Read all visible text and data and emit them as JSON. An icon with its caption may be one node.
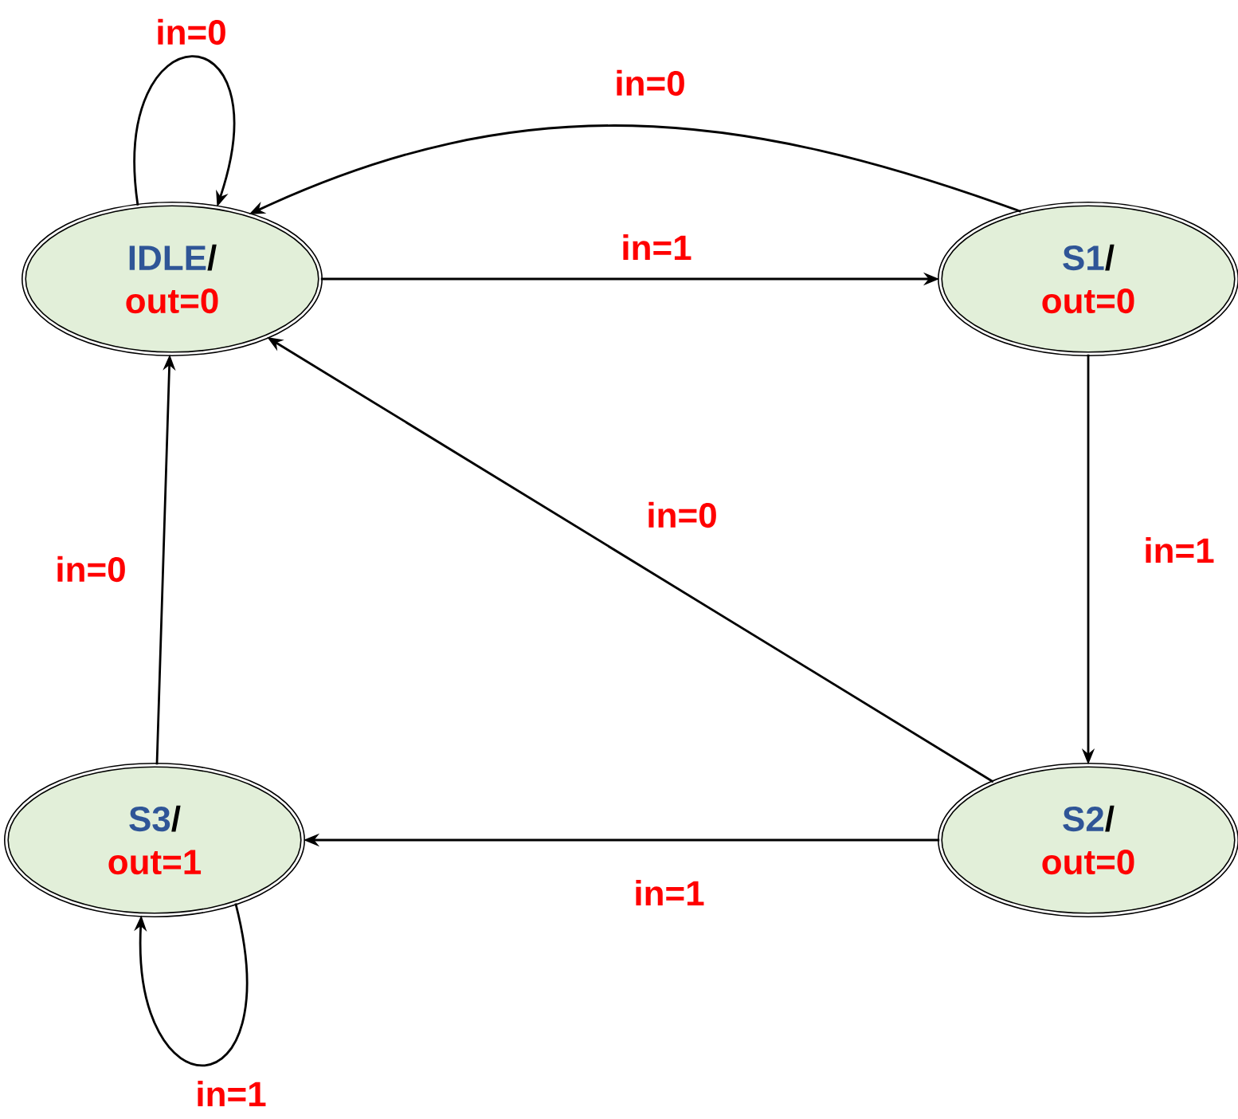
{
  "diagram": {
    "nodes": [
      {
        "text": [
          "IDLE",
          "/",
          "out=0"
        ]
      },
      {
        "text": [
          "S1",
          "/",
          "out=0"
        ]
      },
      {
        "text": [
          "S3",
          "/",
          "out=1"
        ]
      },
      {
        "text": [
          "S2",
          "/",
          "out=0"
        ]
      }
    ],
    "edges": [
      {
        "from": 0,
        "to": 0,
        "arrow": "to",
        "label": "in=0"
      },
      {
        "from": 1,
        "to": 0,
        "arrow": "to",
        "label": "in=0"
      },
      {
        "from": 0,
        "to": 1,
        "arrow": "to",
        "label": "in=1"
      },
      {
        "from": 3,
        "to": 0,
        "arrow": "to",
        "label": "in=0"
      },
      {
        "from": 1,
        "to": 3,
        "arrow": "to",
        "label": "in=1"
      },
      {
        "from": 3,
        "to": 2,
        "arrow": "to",
        "label": "in=1"
      },
      {
        "from": 2,
        "to": 0,
        "arrow": "to",
        "label": "in=0"
      },
      {
        "from": 2,
        "to": 2,
        "arrow": "to",
        "label": "in=1"
      }
    ]
  }
}
